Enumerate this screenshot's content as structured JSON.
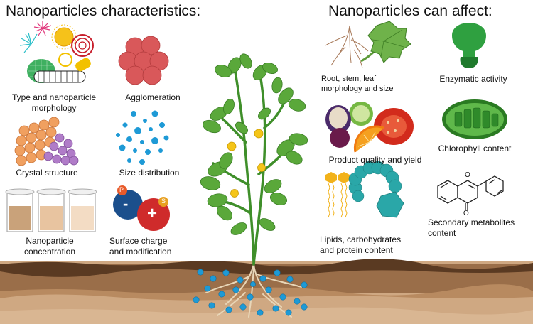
{
  "left_panel": {
    "title": "Nanoparticles characteristics:",
    "items": {
      "type_morphology": {
        "line1": "Type and nanoparticle",
        "line2": "morphology"
      },
      "agglomeration": {
        "label": "Agglomeration"
      },
      "crystal_structure": {
        "label": "Crystal structure"
      },
      "size_distribution": {
        "label": "Size distribution"
      },
      "concentration": {
        "line1": "Nanoparticle",
        "line2": "concentration"
      },
      "surface_charge": {
        "line1": "Surface charge",
        "line2": "and modification"
      }
    }
  },
  "right_panel": {
    "title": "Nanoparticles can affect:",
    "items": {
      "root_stem_leaf": {
        "line1": "Root, stem, leaf",
        "line2": "morphology and size"
      },
      "enzymatic": {
        "label": "Enzymatic activity"
      },
      "product_quality": {
        "label": "Product quality and yield"
      },
      "chlorophyll": {
        "label": "Chlorophyll content"
      },
      "lipids": {
        "line1": "Lipids, carbohydrates",
        "line2": "and protein content"
      },
      "secondary_metabolites": {
        "line1": "Secondary metabolites",
        "line2": "content"
      }
    }
  },
  "symbols": {
    "minus": "-",
    "plus": "+",
    "p": "P",
    "s": "S",
    "o_top": "O",
    "o_bottom": "O"
  },
  "colors": {
    "soil_top": "#5a3a22",
    "soil_mid": "#9a6e49",
    "soil_light": "#cfa882",
    "nanoparticle_blue": "#1e9ad6",
    "leaf_green": "#5aa83a",
    "stem_green": "#3f8f2a",
    "flower_yellow": "#f5c518",
    "agglomeration_red": "#d9585a",
    "crystal_orange": "#f0a060",
    "crystal_purple": "#b07cc8",
    "charge_blue": "#1b4f8c",
    "charge_red": "#cf2b2b",
    "enzyme_green": "#2fa040",
    "chloroplast_green": "#5fb84a",
    "lipid_yellow": "#f2b21a",
    "protein_teal": "#2aa7a8"
  }
}
